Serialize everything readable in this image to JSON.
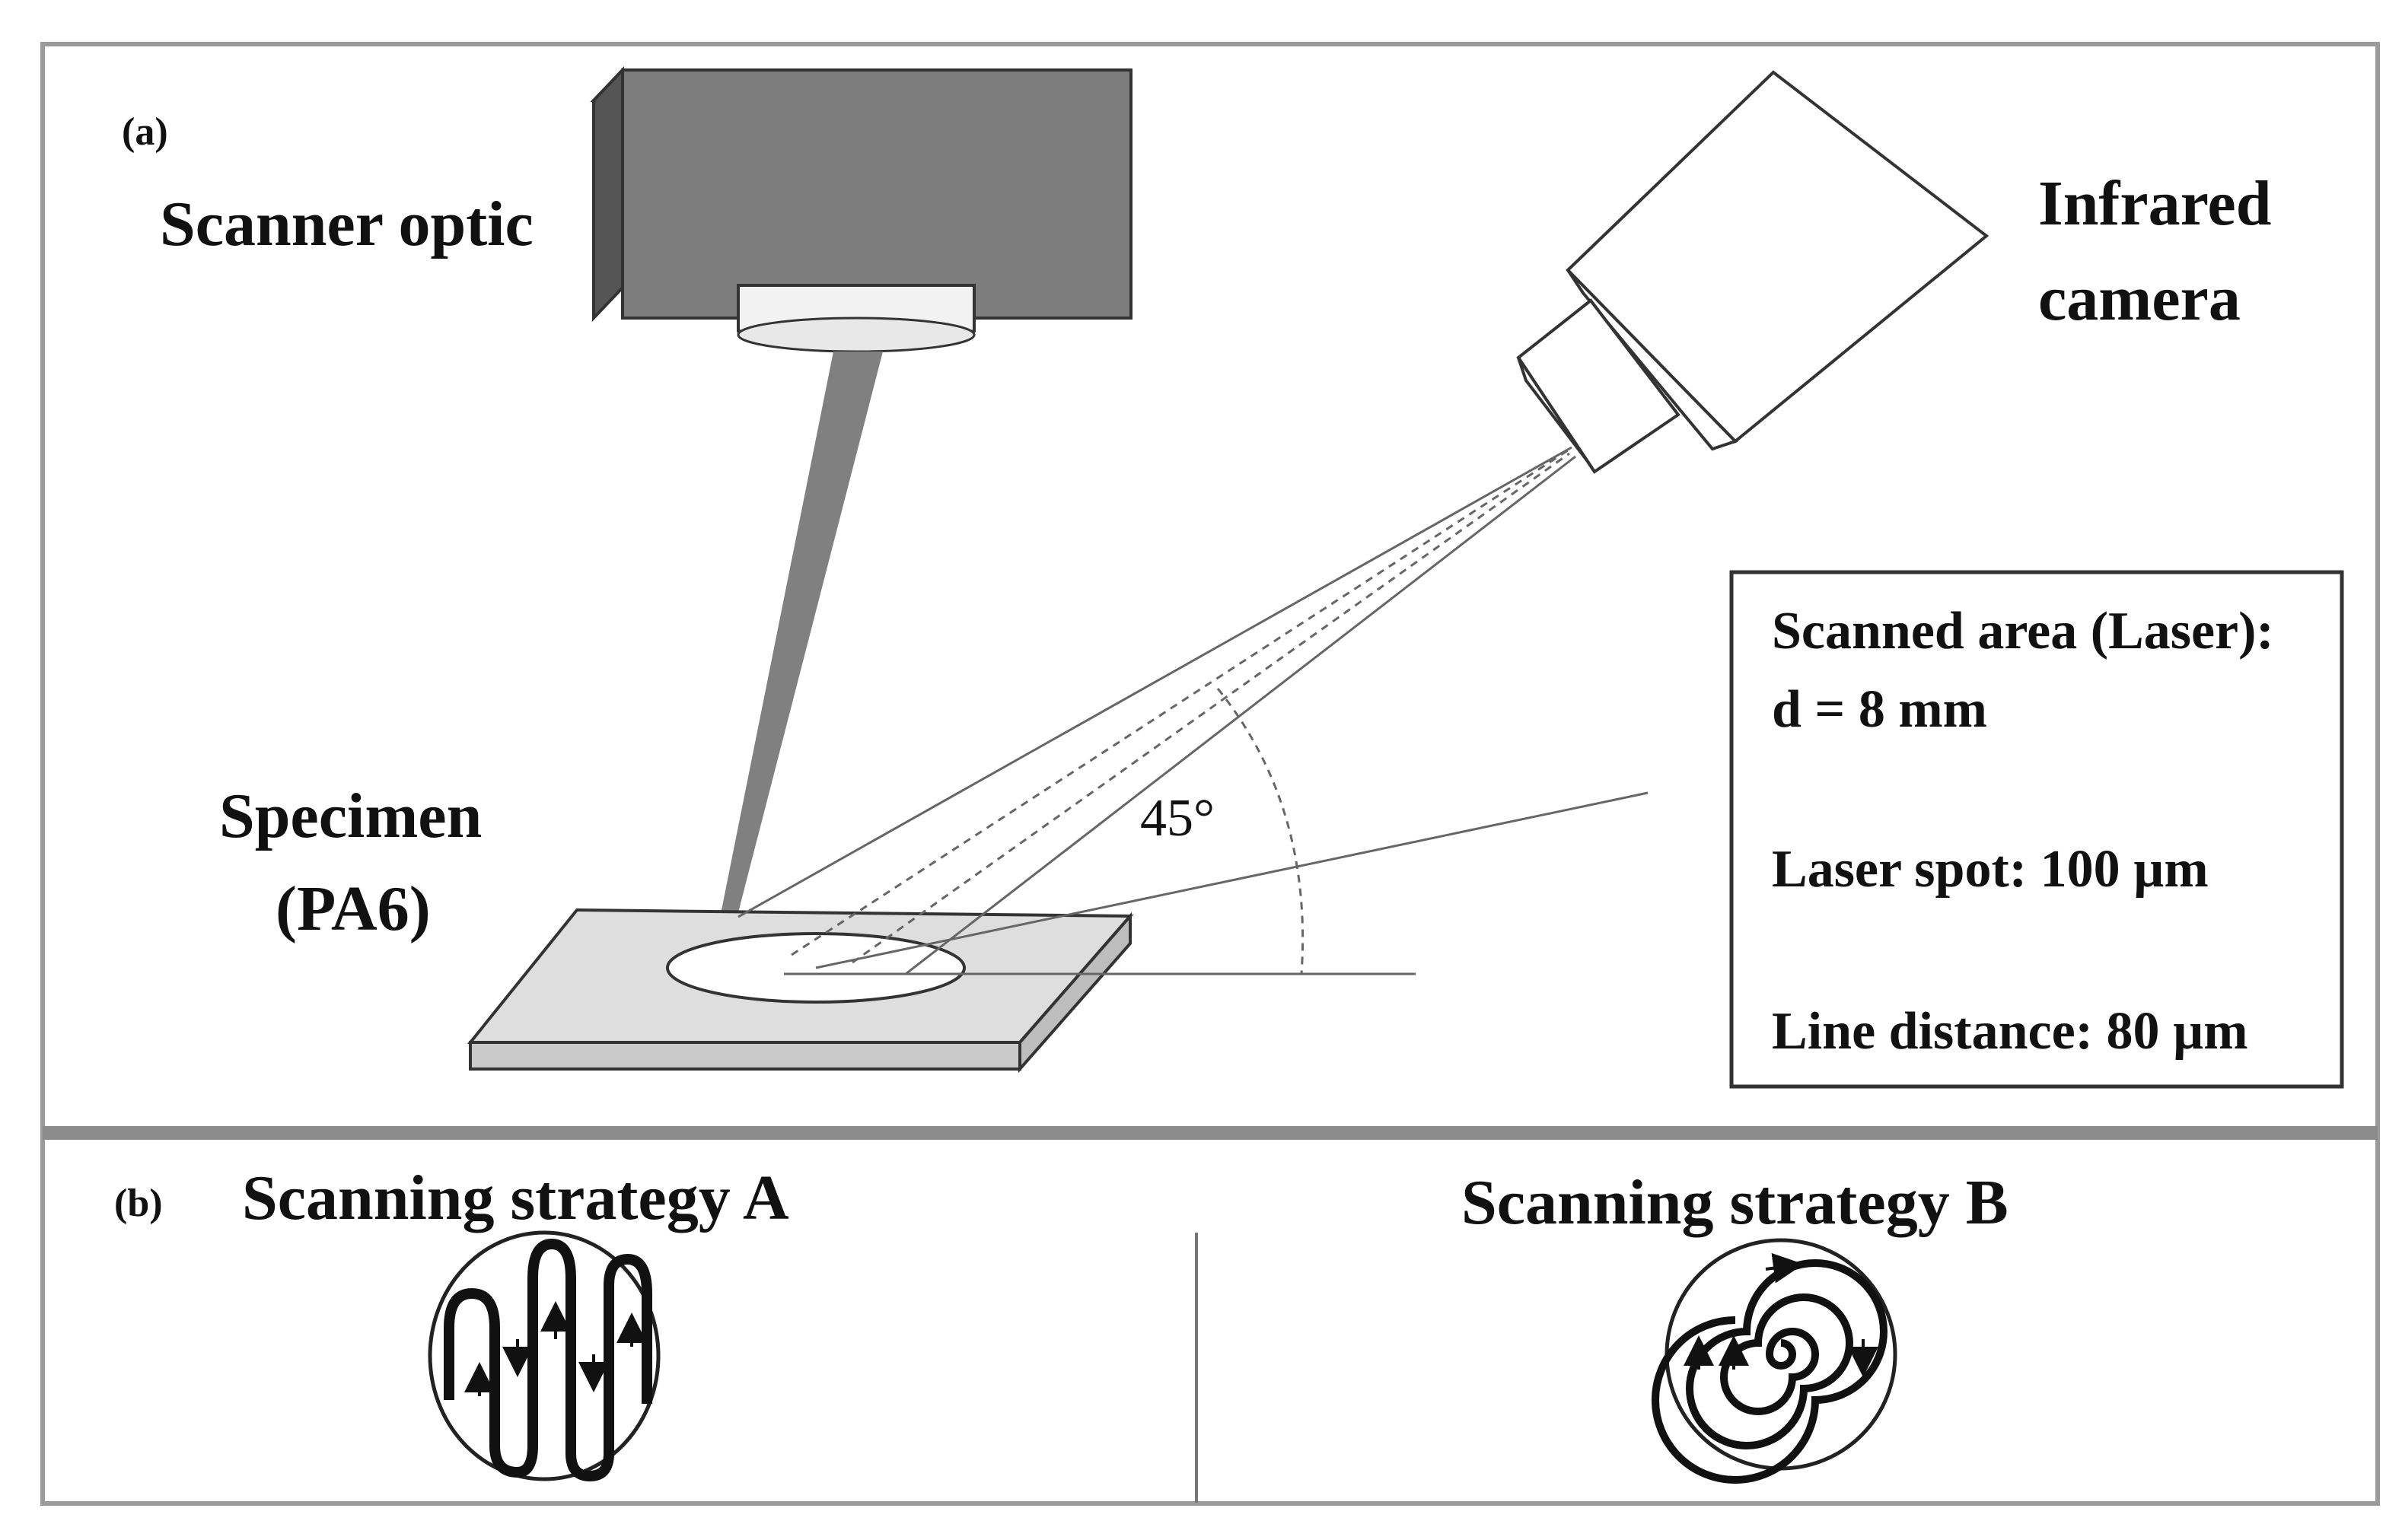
{
  "panel_a": {
    "tag": "(a)",
    "scanner_label": "Scanner optic",
    "camera_label_line1": "Infrared",
    "camera_label_line2": "camera",
    "specimen_label_line1": "Specimen",
    "specimen_label_line2": "(PA6)",
    "angle_label": "45°",
    "info_box": {
      "line1": "Scanned area (Laser):",
      "line2": "d = 8 mm",
      "line3": "Laser spot: 100 µm",
      "line4": "Line distance: 80 µm"
    }
  },
  "panel_b": {
    "tag": "(b)",
    "strategy_a_title": "Scanning strategy A",
    "strategy_b_title": "Scanning strategy B"
  },
  "colors": {
    "frame": "#9a9a9a",
    "divider": "#8c8c8c",
    "scanner_front": "#7d7d7d",
    "scanner_top": "#bdbdbd",
    "scanner_side": "#555555",
    "beam": "#808080",
    "specimen_top": "#dedede",
    "ink": "#111111"
  }
}
